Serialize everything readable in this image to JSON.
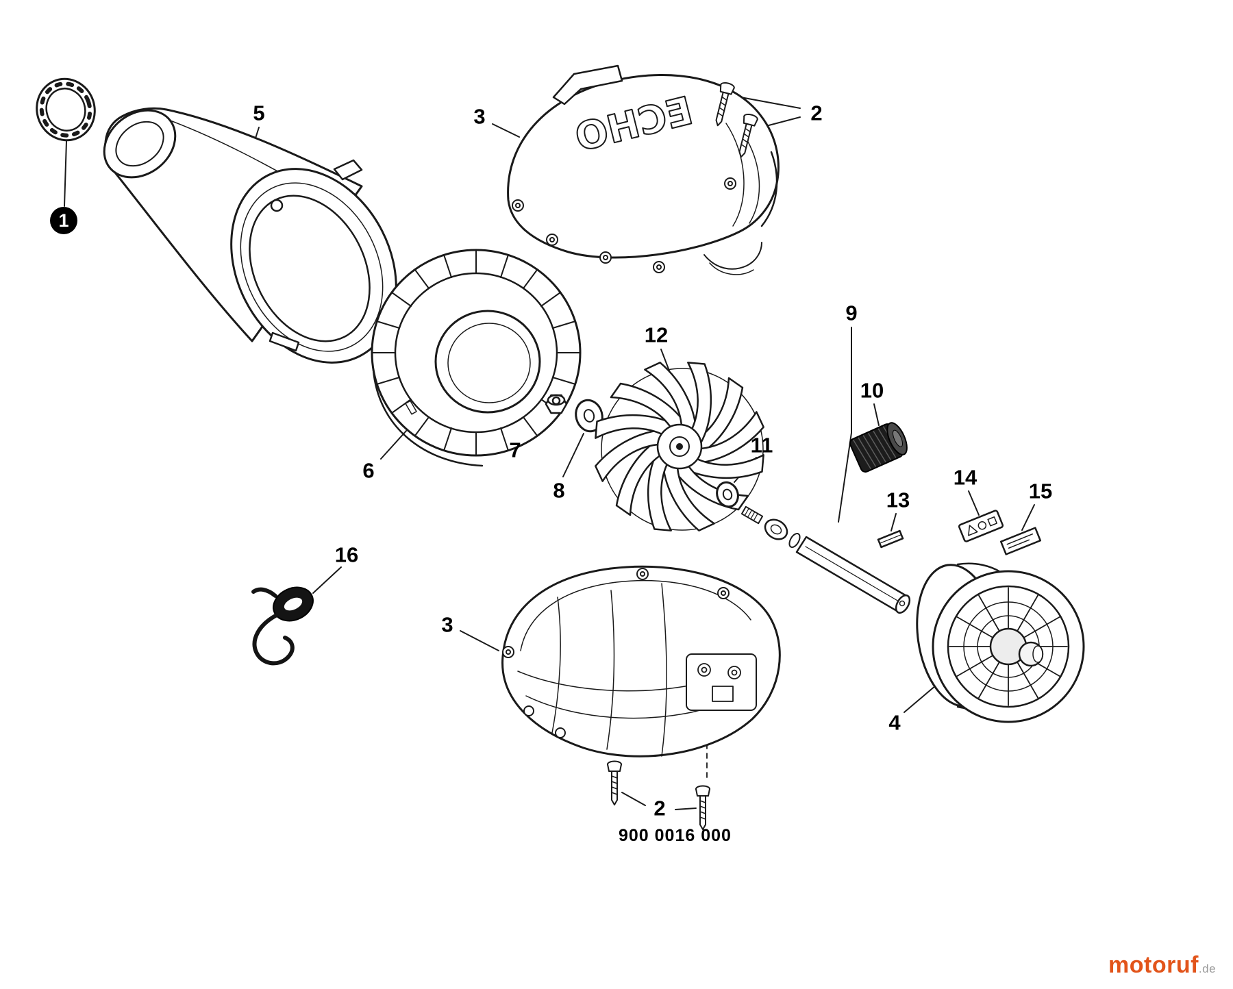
{
  "page": {
    "background": "#ffffff",
    "footer": {
      "part_number": "900 0016 000"
    },
    "watermark": {
      "brand": "motoruf",
      "tld": ".de",
      "brand_color": "#e2541a",
      "tld_color": "#9a9a9a"
    }
  },
  "diagram": {
    "type": "exploded-parts-diagram",
    "subject": "blower-fan-housing-assembly",
    "housing_logo": "ECHO",
    "callouts": [
      {
        "label": "1",
        "part": "intake-clamp-ring",
        "style": "filled-circle"
      },
      {
        "label": "5",
        "part": "blower-nozzle-tube"
      },
      {
        "label": "3",
        "part": "blower-housing-upper"
      },
      {
        "label": "2",
        "part": "screws-upper"
      },
      {
        "label": "9",
        "part": "shaft-assembly"
      },
      {
        "label": "12",
        "part": "fan-impeller"
      },
      {
        "label": "10",
        "part": "knurled-bushing"
      },
      {
        "label": "11",
        "part": "washer-small"
      },
      {
        "label": "7",
        "part": "nut"
      },
      {
        "label": "6",
        "part": "fan-shroud"
      },
      {
        "label": "8",
        "part": "washer"
      },
      {
        "label": "13",
        "part": "key-clip"
      },
      {
        "label": "14",
        "part": "decal-warning"
      },
      {
        "label": "15",
        "part": "decal-info"
      },
      {
        "label": "16",
        "part": "spring-hook"
      },
      {
        "label": "3",
        "part": "blower-housing-lower"
      },
      {
        "label": "4",
        "part": "engine-starter-assembly"
      },
      {
        "label": "2",
        "part": "screws-lower"
      }
    ]
  }
}
